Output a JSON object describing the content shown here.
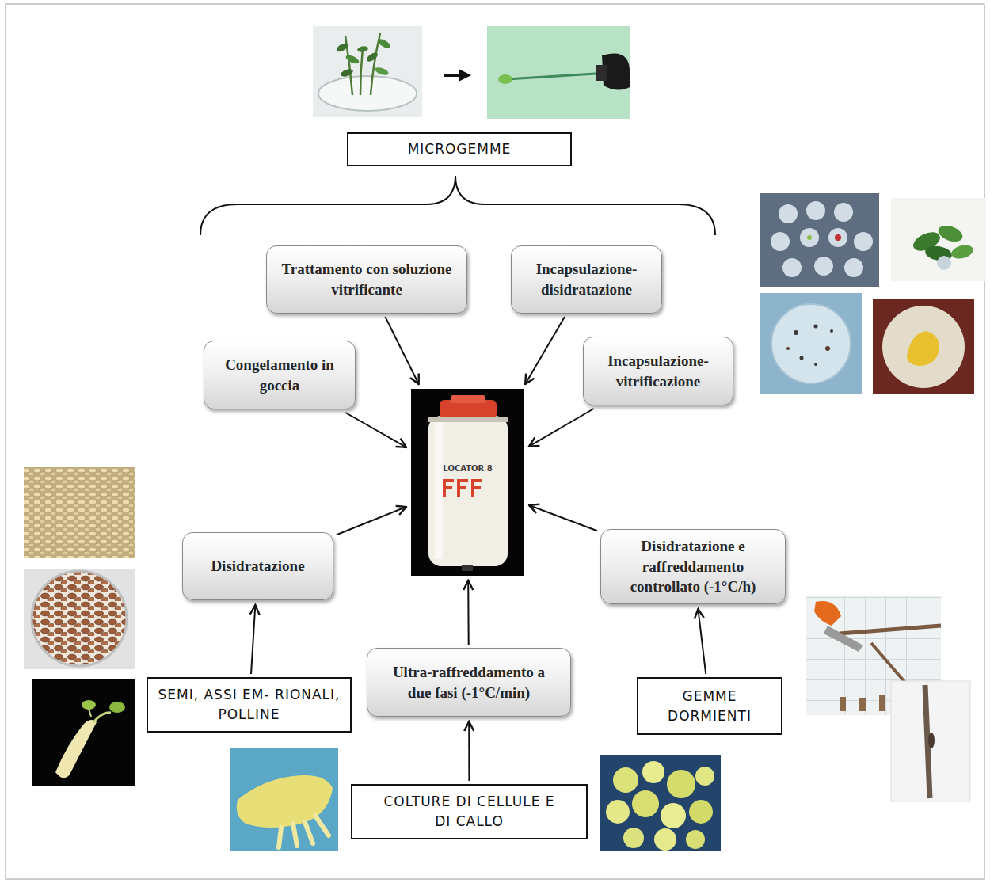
{
  "diagram": {
    "nodes": [
      {
        "text": [
          "MICROGEMME"
        ]
      },
      {
        "text": [
          "Trattamento con soluzione vitrificante"
        ]
      },
      {
        "text": [
          "Incapsulazione-disidratazione"
        ]
      },
      {
        "text": [
          "Congelamento in goccia"
        ]
      },
      {
        "text": [
          "Incapsulazione-vitrificazione"
        ]
      },
      {
        "text": [
          "LOCATOR 8"
        ]
      },
      {
        "text": [
          "Disidratazione"
        ]
      },
      {
        "text": [
          "Disidratazione e raffreddamento controllato (-1°C/h)"
        ]
      },
      {
        "text": [
          "Ultra-raffreddamento a due fasi (-1°C/min)"
        ]
      },
      {
        "text": [
          "SEMI, ASSI EM- RIONALI, POLLINE"
        ]
      },
      {
        "text": [
          "GEMME DORMIENTI"
        ]
      },
      {
        "text": [
          "COLTURE DI CELLULE E DI CALLO"
        ]
      }
    ],
    "edges": [
      {
        "from": 1,
        "to": 5,
        "arrow": "to"
      },
      {
        "from": 2,
        "to": 5,
        "arrow": "to"
      },
      {
        "from": 3,
        "to": 5,
        "arrow": "to"
      },
      {
        "from": 4,
        "to": 5,
        "arrow": "to"
      },
      {
        "from": 6,
        "to": 5,
        "arrow": "to"
      },
      {
        "from": 7,
        "to": 5,
        "arrow": "to"
      },
      {
        "from": 8,
        "to": 5,
        "arrow": "to"
      },
      {
        "from": 9,
        "to": 6,
        "arrow": "to"
      },
      {
        "from": 10,
        "to": 7,
        "arrow": "to"
      },
      {
        "from": 11,
        "to": 8,
        "arrow": "to"
      }
    ]
  }
}
